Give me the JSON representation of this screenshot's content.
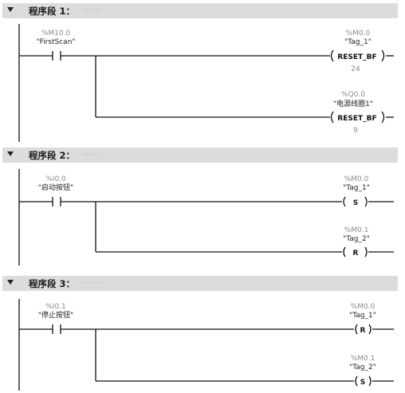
{
  "networks": [
    {
      "title": "程序段 1：",
      "comment": "......",
      "contact": {
        "address": "%M10.0",
        "tag": "\"FirstScan\""
      },
      "coils": [
        {
          "address": "%M0.0",
          "tag": "\"Tag_1\"",
          "label": "RESET_BF",
          "count": "24"
        },
        {
          "address": "%Q0.0",
          "tag": "\"电源线圈1\"",
          "label": "RESET_BF",
          "count": "9"
        }
      ]
    },
    {
      "title": "程序段 2：",
      "comment": "......",
      "contact": {
        "address": "%I0.0",
        "tag": "\"启动按钮\""
      },
      "coils": [
        {
          "address": "%M0.0",
          "tag": "\"Tag_1\"",
          "label": "S"
        },
        {
          "address": "%M0.1",
          "tag": "\"Tag_2\"",
          "label": "R"
        }
      ]
    },
    {
      "title": "程序段 3：",
      "comment": "......",
      "contact": {
        "address": "%I0.1",
        "tag": "\"停止按钮\""
      },
      "coils": [
        {
          "address": "%M0.0",
          "tag": "\"Tag_1\"",
          "label": "R"
        },
        {
          "address": "%M0.1",
          "tag": "\"Tag_2\"",
          "label": "S"
        }
      ]
    }
  ]
}
